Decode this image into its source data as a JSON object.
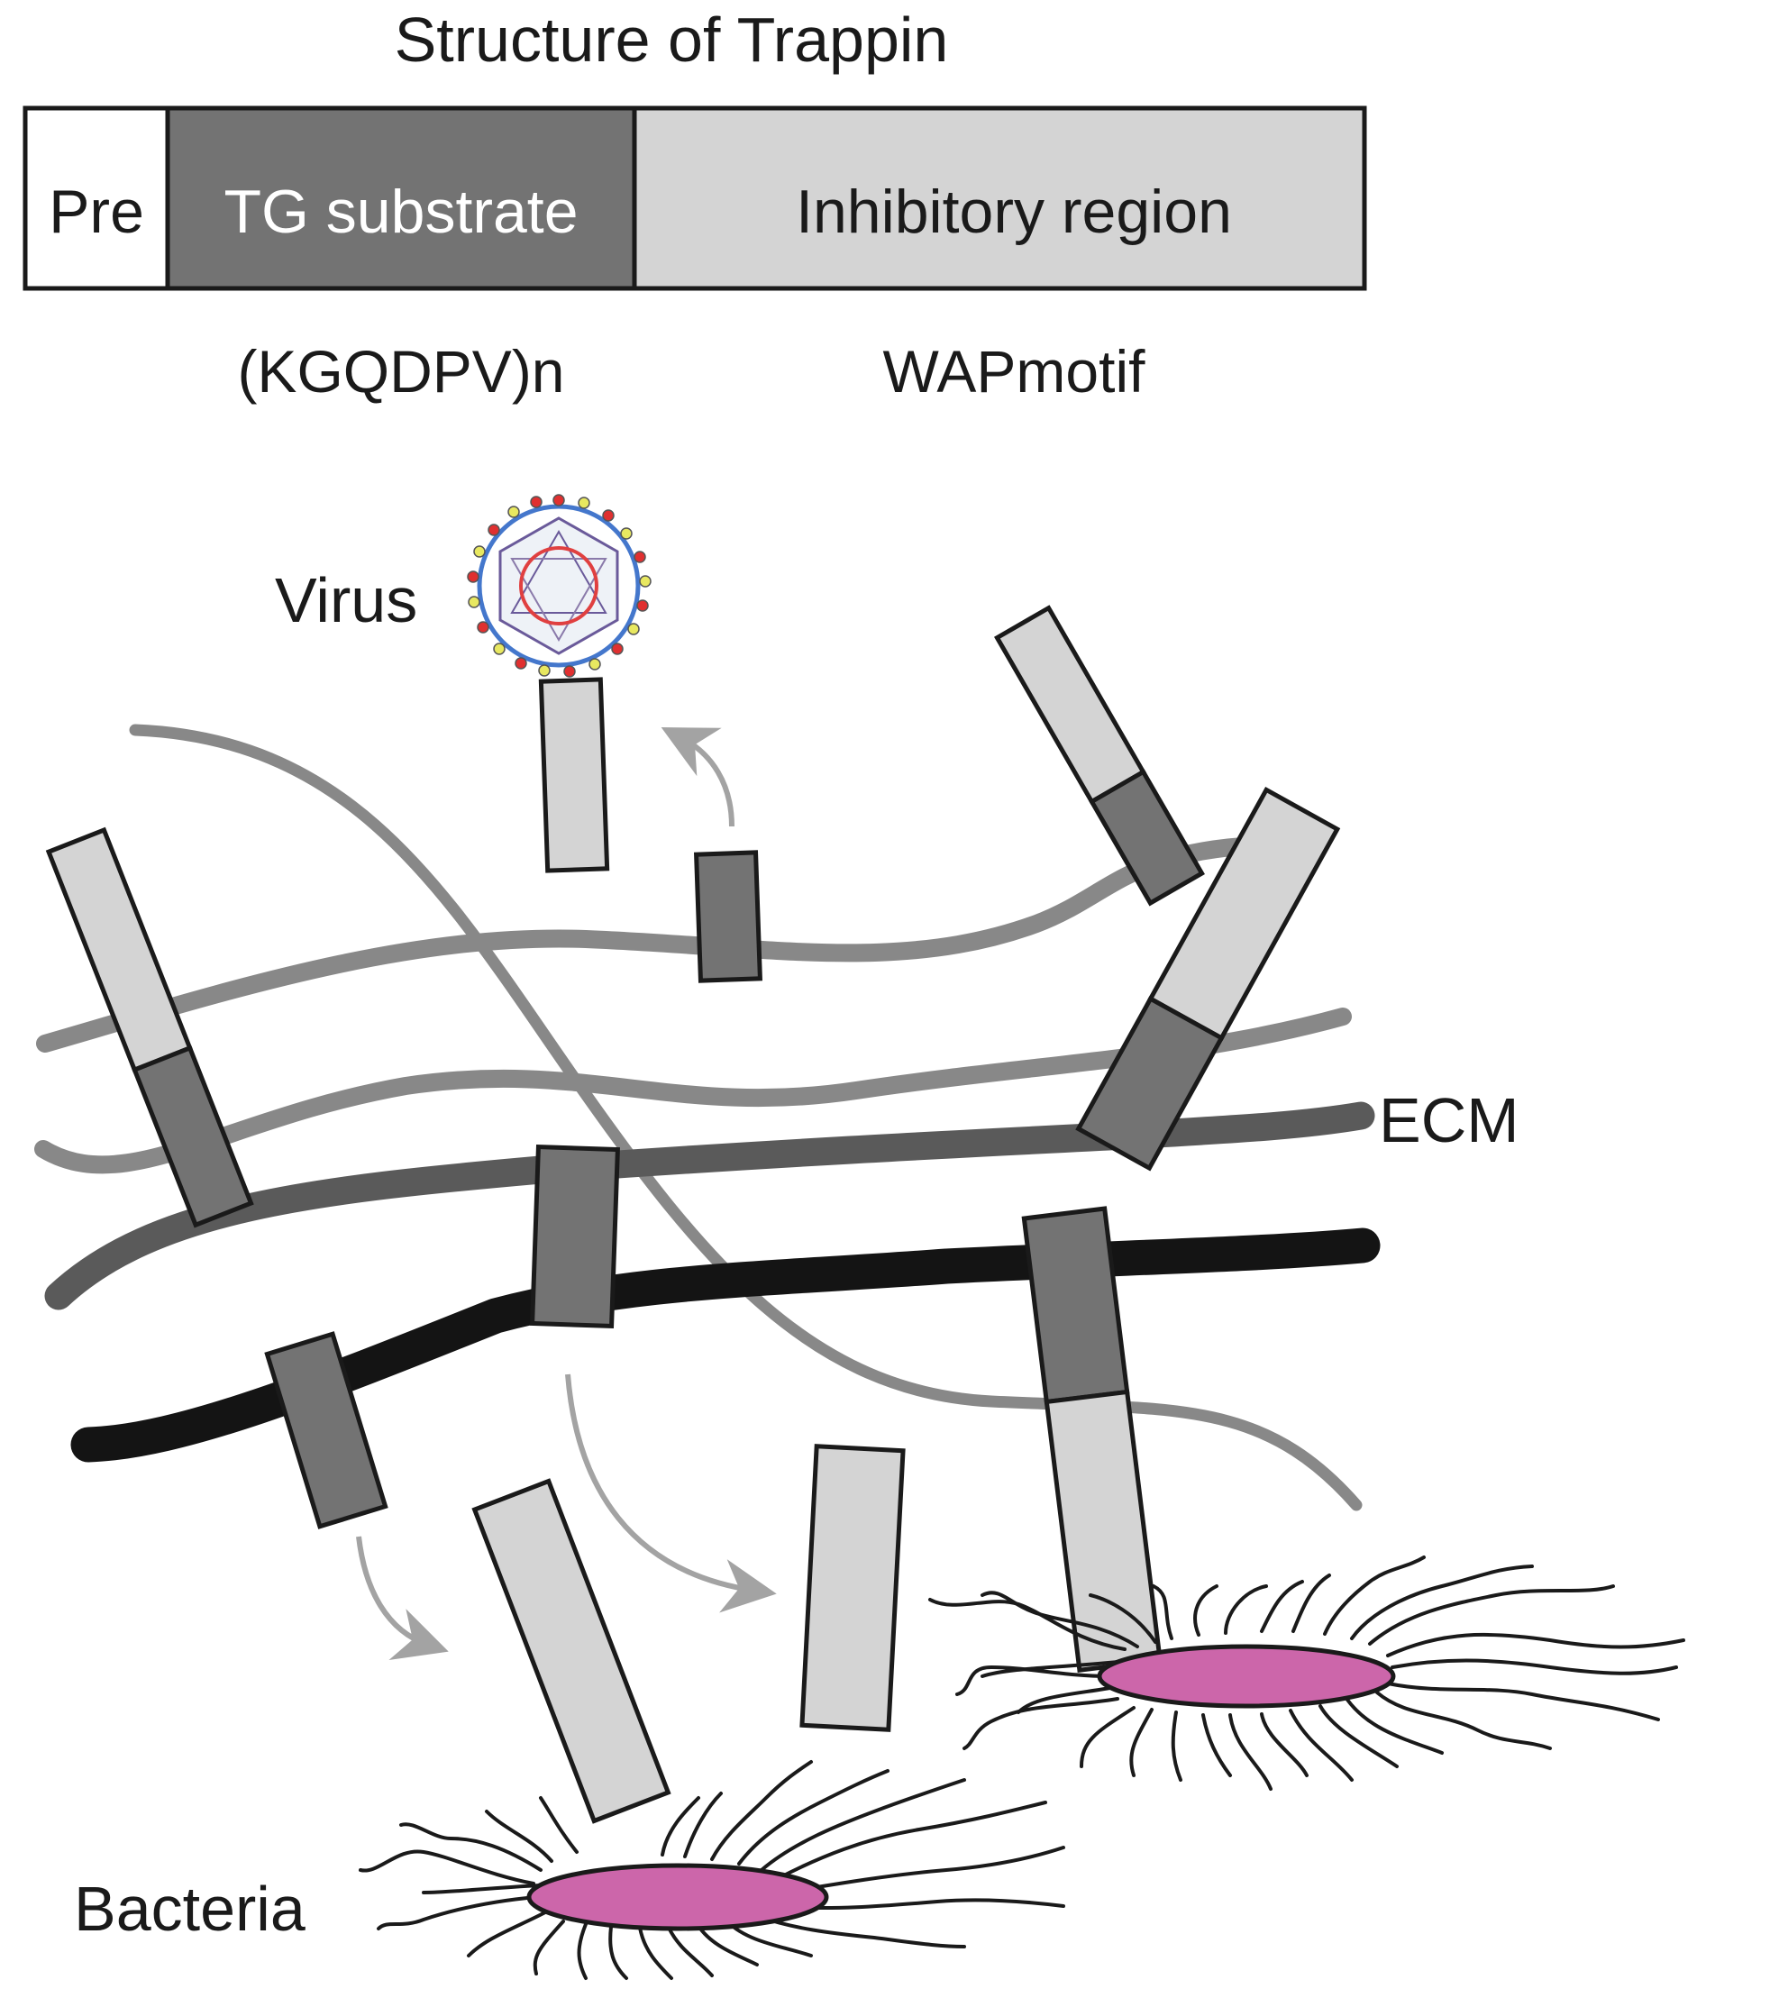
{
  "title": "Structure of Trappin",
  "domain_bar": {
    "segments": [
      {
        "label": "Pre",
        "color": "#ffffff",
        "text_color": "#1a1a1a"
      },
      {
        "label": "TG substrate",
        "color": "#737373",
        "text_color": "#ffffff"
      },
      {
        "label": "Inhibitory region",
        "color": "#d4d4d4",
        "text_color": "#1a1a1a"
      }
    ],
    "sublabels": {
      "tg": "(KGQDPV)n",
      "inhibitory": "WAPmotif"
    }
  },
  "scene_labels": {
    "virus": "Virus",
    "ecm": "ECM",
    "bacteria": "Bacteria"
  },
  "colors": {
    "light_gray": "#d4d4d4",
    "dark_gray": "#737373",
    "outline": "#1a1a1a",
    "fiber_light": "#888888",
    "fiber_mid": "#5a5a5a",
    "fiber_dark": "#141414",
    "arrow": "#a3a3a3",
    "bacteria_body": "#cc66aa",
    "virus_envelope": "#4477cc",
    "virus_spike_red": "#e03030",
    "virus_spike_yellow": "#e8e860"
  }
}
